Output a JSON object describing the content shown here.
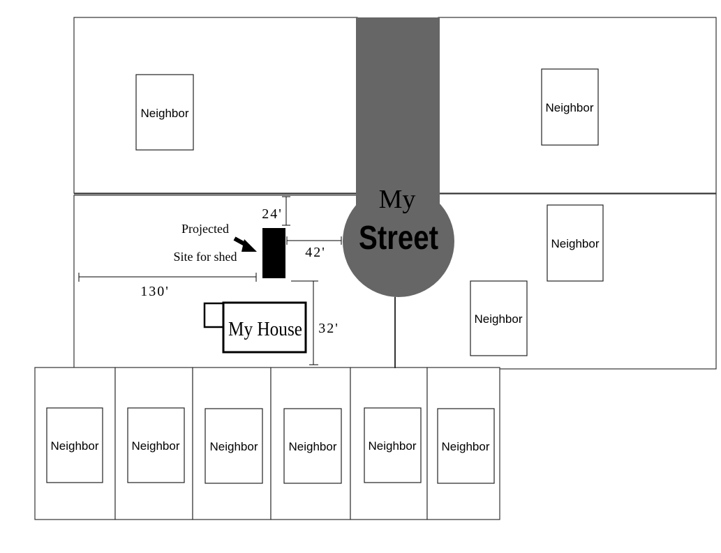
{
  "labels": {
    "neighbor": "Neighbor",
    "street_line1": "My",
    "street_line2": "Street",
    "my_house": "My House",
    "shed_line1": "Projected",
    "shed_line2": "Site for shed"
  },
  "dimensions": {
    "to_top_boundary": "24'",
    "to_street": "42'",
    "to_left_boundary": "130'",
    "to_bottom_boundary": "32'"
  },
  "colors": {
    "street": "#666666",
    "shed": "#000000",
    "lines": "#222222",
    "background": "#ffffff"
  }
}
